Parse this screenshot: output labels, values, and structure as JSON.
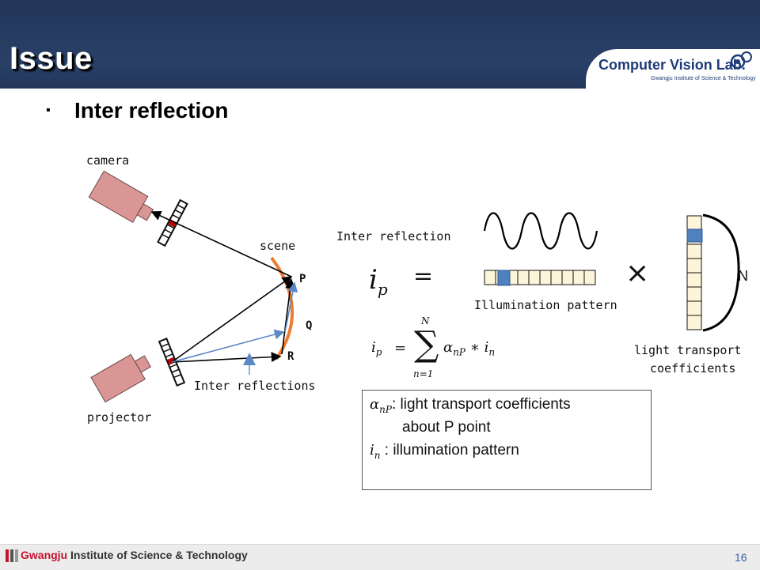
{
  "slide": {
    "title": "Issue",
    "bullet_glyph": "▪",
    "heading": "Inter reflection",
    "page_number": "16"
  },
  "logo": {
    "main_1": "Computer ",
    "main_2": "Vision",
    "main_3": " Lab.",
    "sub": "Gwangju Institute of Science & Technology"
  },
  "footer": {
    "institute_1": "Gwangju ",
    "institute_2": "Institute",
    "institute_3": " of Science & Technology"
  },
  "diagram": {
    "camera_label": "camera",
    "projector_label": "projector",
    "scene_label": "scene",
    "point_p": "P",
    "point_q": "Q",
    "point_r": "R",
    "inter_reflections_label": "Inter reflections",
    "inter_reflection_label": "Inter reflection",
    "illumination_pattern_label": "Illumination pattern",
    "n_label": "N",
    "light_transport_label_1": "light transport",
    "light_transport_label_2": "coefficients",
    "times_symbol": "×"
  },
  "equations": {
    "lhs_i": "i",
    "lhs_sub": "p",
    "equals": "=",
    "sum_symbol": "∑",
    "sum_upper": "N",
    "sum_lower": "n=1",
    "alpha_term": "α",
    "alpha_sub": "nP",
    "star": " ∗ ",
    "i_term": "i",
    "i_sub": "n"
  },
  "definitions": {
    "alpha_symbol": "α",
    "alpha_sub": "nP",
    "alpha_text": ": light transport coefficients",
    "alpha_text_2": "about P point",
    "i_symbol": "i",
    "i_sub": "n",
    "i_text": " : illumination pattern"
  },
  "colors": {
    "header_bg": "#22365a",
    "device_fill": "#d99694",
    "arc": "#ed7d31",
    "blue_ray": "#5b87c4",
    "highlight_cell": "#4f81bd",
    "cell_fill": "#fdf5d9"
  }
}
